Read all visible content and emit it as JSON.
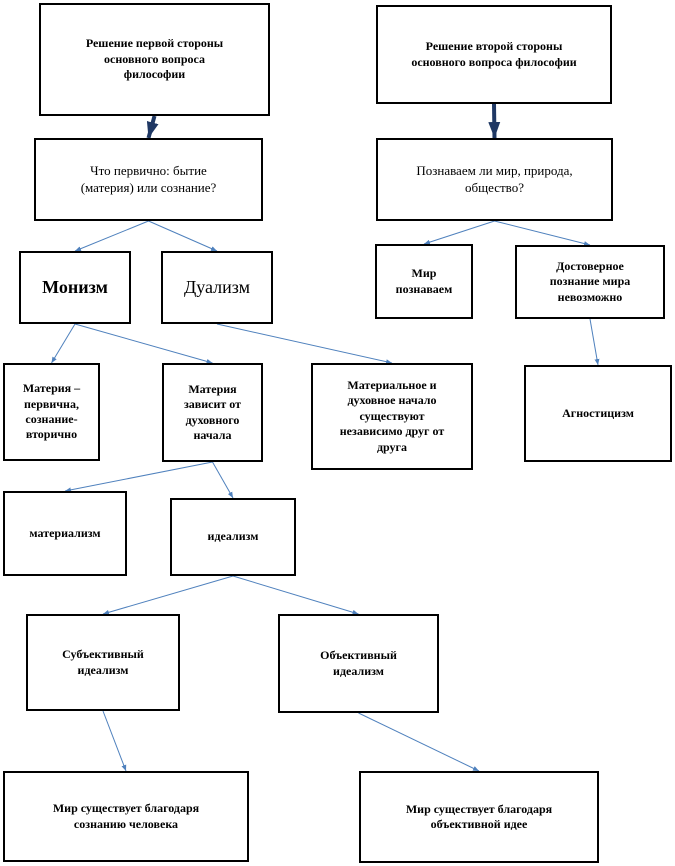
{
  "diagram": {
    "nodes": {
      "first_side": "Решение первой стороны\nосновного вопроса\nфилософии",
      "second_side": "Решение второй стороны\nосновного вопроса философии",
      "question_primary": "Что первично: бытие\n(материя) или сознание?",
      "question_knowable": "Познаваем ли мир, природа,\nобщество?",
      "monism": "Монизм",
      "dualism": "Дуализм",
      "world_knowable": "Мир\nпознаваем",
      "reliable_impossible": "Достоверное\nпознание мира\nневозможно",
      "matter_primary": "Материя –\nпервична,\nсознание-\nвторично",
      "matter_depends": "Материя\nзависит от\nдуховного\nначала",
      "independent": "Материальное и\nдуховное начало\nсуществуют\nнезависимо друг от\nдруга",
      "agnosticism": "Агностицизм",
      "materialism": "материализм",
      "idealism": "идеализм",
      "subjective": "Субъективный\nидеализм",
      "objective": "Объективный\nидеализм",
      "world_by_consciousness": "Мир существует благодаря\nсознанию человека",
      "world_by_idea": "Мир существует благодаря\nобъективной идее"
    },
    "edges": [
      {
        "from": "first_side",
        "to": "question_primary",
        "style": "thick"
      },
      {
        "from": "second_side",
        "to": "question_knowable",
        "style": "thick"
      },
      {
        "from": "question_primary",
        "to": "monism",
        "style": "thin"
      },
      {
        "from": "question_primary",
        "to": "dualism",
        "style": "thin"
      },
      {
        "from": "question_knowable",
        "to": "world_knowable",
        "style": "thin"
      },
      {
        "from": "question_knowable",
        "to": "reliable_impossible",
        "style": "thin"
      },
      {
        "from": "monism",
        "to": "matter_primary",
        "style": "thin"
      },
      {
        "from": "monism",
        "to": "matter_depends",
        "style": "thin"
      },
      {
        "from": "dualism",
        "to": "independent",
        "style": "thin"
      },
      {
        "from": "reliable_impossible",
        "to": "agnosticism",
        "style": "thin"
      },
      {
        "from": "matter_depends",
        "to": "materialism",
        "style": "thin"
      },
      {
        "from": "matter_depends",
        "to": "idealism",
        "style": "thin"
      },
      {
        "from": "idealism",
        "to": "subjective",
        "style": "thin"
      },
      {
        "from": "idealism",
        "to": "objective",
        "style": "thin"
      },
      {
        "from": "subjective",
        "to": "world_by_consciousness",
        "style": "thin"
      },
      {
        "from": "objective",
        "to": "world_by_idea",
        "style": "thin"
      }
    ],
    "colors": {
      "thin_arrow": "#4f81bd",
      "thick_arrow": "#1f3864",
      "border": "#000000"
    }
  }
}
